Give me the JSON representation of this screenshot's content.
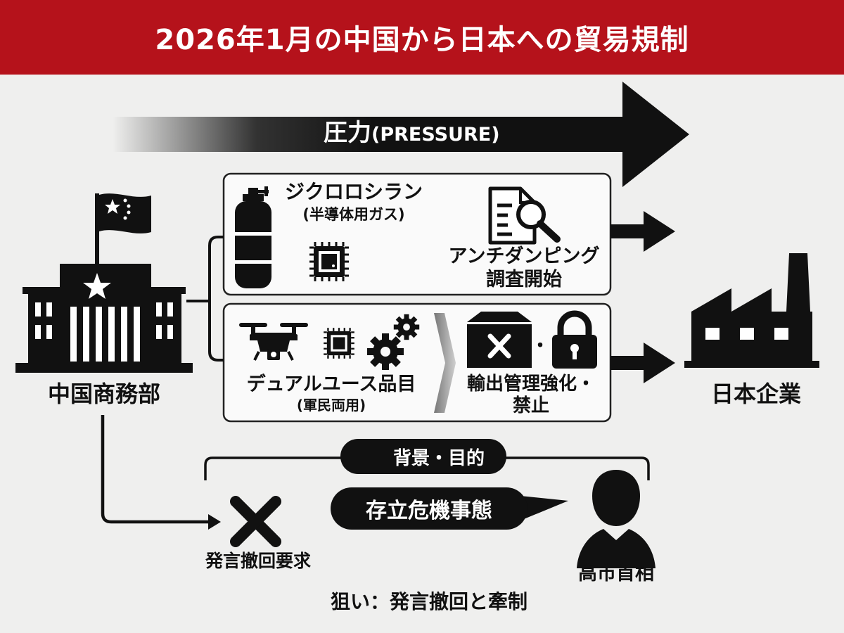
{
  "title": "2026年1月の中国から日本への貿易規制",
  "pressure_label": "圧力",
  "pressure_en": "(PRESSURE)",
  "left_actor": "中国商務部",
  "right_actor": "日本企業",
  "box1": {
    "product_name": "ジクロロシラン",
    "product_sub": "(半導体用ガス)",
    "measure_line1": "アンチダンピング",
    "measure_line2": "調査開始"
  },
  "box2": {
    "product_name": "デュアルユース品目",
    "product_sub": "(軍民両用)",
    "measure_line1": "輸出管理強化・",
    "measure_line2": "禁止",
    "dot": "・"
  },
  "background_label": "背景・目的",
  "crisis_label": "存立危機事態",
  "demand_label": "発言撤回要求",
  "person_label": "高市首相",
  "aim_label": "狙い：発言撤回と牽制",
  "colors": {
    "header_red": "#b5121b",
    "black": "#111111",
    "background": "#efefee"
  }
}
